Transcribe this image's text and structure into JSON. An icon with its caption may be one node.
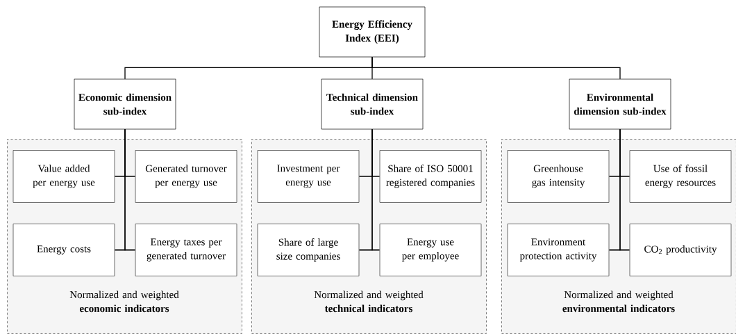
{
  "diagram": {
    "nodes": [
      {
        "text": [
          "Energy Efficiency Index (EEI)"
        ]
      },
      {
        "text": [
          "Economic dimension sub-index"
        ]
      },
      {
        "text": [
          "Technical dimension sub-index"
        ]
      },
      {
        "text": [
          "Environmental dimension sub-index"
        ]
      },
      {
        "text": [
          "Normalized and weighted **economic indicators**"
        ]
      },
      {
        "text": [
          "Value added per energy use"
        ],
        "in": 4
      },
      {
        "text": [
          "Generated turnover per energy use"
        ],
        "in": 4
      },
      {
        "text": [
          "Energy costs"
        ],
        "in": 4
      },
      {
        "text": [
          "Energy taxes per generated turnover"
        ],
        "in": 4
      },
      {
        "text": [
          "Normalized and weighted **technical indicators**"
        ]
      },
      {
        "text": [
          "Investment per energy use"
        ],
        "in": 9
      },
      {
        "text": [
          "Share of ISO 50001 registered companies"
        ],
        "in": 9
      },
      {
        "text": [
          "Share of large size companies"
        ],
        "in": 9
      },
      {
        "text": [
          "Energy use per employee"
        ],
        "in": 9
      },
      {
        "text": [
          "Normalized and weighted **environmental indicators**"
        ]
      },
      {
        "text": [
          "Greenhouse gas intensity"
        ],
        "in": 14
      },
      {
        "text": [
          "Use of fossil energy resources"
        ],
        "in": 14
      },
      {
        "text": [
          "Environment protection activity"
        ],
        "in": 14
      },
      {
        "text": [
          "CO$_{2}$ productivity"
        ],
        "in": 14
      }
    ],
    "edges": [
      {
        "from": 0,
        "to": 1,
        "arrow": "none"
      },
      {
        "from": 0,
        "to": 2,
        "arrow": "none"
      },
      {
        "from": 0,
        "to": 3,
        "arrow": "none"
      },
      {
        "from": 1,
        "to": 5,
        "arrow": "none"
      },
      {
        "from": 1,
        "to": 6,
        "arrow": "none"
      },
      {
        "from": 1,
        "to": 7,
        "arrow": "none"
      },
      {
        "from": 1,
        "to": 8,
        "arrow": "none"
      },
      {
        "from": 2,
        "to": 10,
        "arrow": "none"
      },
      {
        "from": 2,
        "to": 11,
        "arrow": "none"
      },
      {
        "from": 2,
        "to": 12,
        "arrow": "none"
      },
      {
        "from": 2,
        "to": 13,
        "arrow": "none"
      },
      {
        "from": 3,
        "to": 15,
        "arrow": "none"
      },
      {
        "from": 3,
        "to": 16,
        "arrow": "none"
      },
      {
        "from": 3,
        "to": 17,
        "arrow": "none"
      },
      {
        "from": 3,
        "to": 18,
        "arrow": "none"
      }
    ]
  }
}
